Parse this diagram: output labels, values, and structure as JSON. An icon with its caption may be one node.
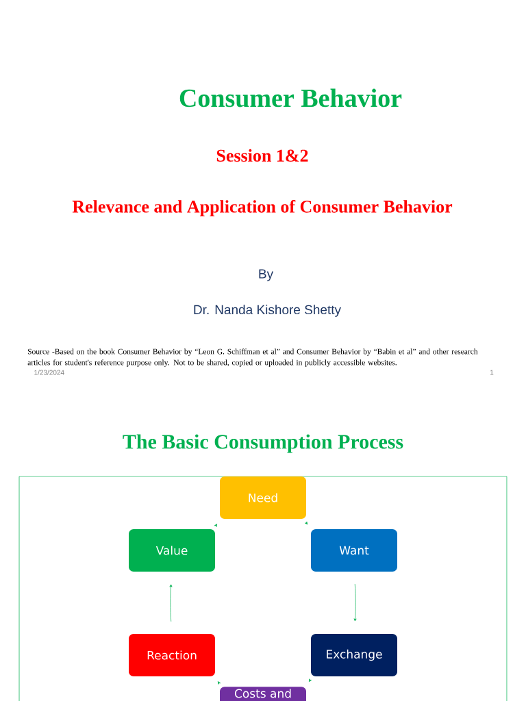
{
  "diagram": {
    "title": "The Basic Consumption Process",
    "nodes": [
      {
        "text": [
          "Need"
        ]
      },
      {
        "text": [
          "Want"
        ]
      },
      {
        "text": [
          "Value"
        ]
      },
      {
        "text": [
          "Exchange"
        ]
      },
      {
        "text": [
          "Reaction"
        ]
      },
      {
        "text": [
          "Costs and"
        ]
      }
    ],
    "edges": [
      {
        "from": 0,
        "to": 1,
        "arrow": "to"
      },
      {
        "from": 1,
        "to": 3,
        "arrow": "to"
      },
      {
        "from": 3,
        "to": 5,
        "arrow": "to"
      },
      {
        "from": 5,
        "to": 4,
        "arrow": "to"
      },
      {
        "from": 4,
        "to": 2,
        "arrow": "to"
      },
      {
        "from": 2,
        "to": 0,
        "arrow": "to"
      }
    ],
    "labels": [
      "Consumer Behavior",
      "Session 1&2",
      "Relevance and Application of Consumer Behavior",
      "By",
      "Dr. Nanda Kishore Shetty",
      "Source -Based on the book Consumer Behavior by “Leon G. Schiffman et al” and Consumer Behavior by “Babin et al” and other research articles  for student's reference purpose only. Not to be shared, copied or uploaded in publicly accessible  websites.",
      "1/23/2024",
      "1"
    ]
  }
}
